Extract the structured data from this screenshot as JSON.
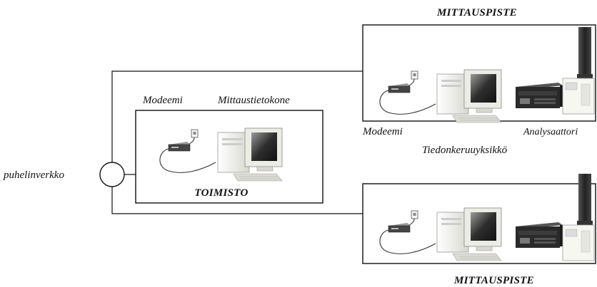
{
  "network_label": "puhelinverkko",
  "office": {
    "title": "TOIMISTO",
    "modem_label": "Modeemi",
    "computer_label": "Mittaustietokone"
  },
  "sites": {
    "top_title": "MITTAUSPISTE",
    "bottom_title": "MITTAUSPISTE",
    "modem_label": "Modeemi",
    "logger_label": "Tiedonkeruuyksikkö",
    "analyzer_label": "Analysaattori"
  },
  "icons": [
    "modem-icon",
    "computer-icon",
    "data-logger-icon",
    "analyzer-icon",
    "network-node-icon"
  ],
  "colors": {
    "line": "#111111",
    "device_dark": "#2a2a2a",
    "device_light": "#f0f0ea"
  }
}
